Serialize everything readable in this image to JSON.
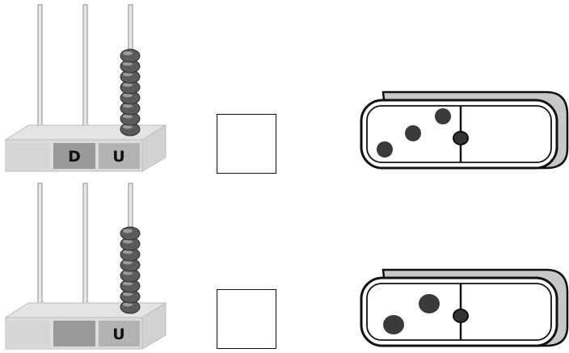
{
  "exercises": [
    {
      "abacus": {
        "labels": [
          "",
          "D",
          "U"
        ],
        "beads": [
          0,
          0,
          8
        ]
      },
      "domino": {
        "left_pips": 3,
        "right_pips": 0
      }
    },
    {
      "abacus": {
        "labels": [
          "",
          "",
          "U"
        ],
        "beads": [
          0,
          0,
          8
        ]
      },
      "domino": {
        "left_pips": 2,
        "right_pips": 0
      }
    }
  ]
}
